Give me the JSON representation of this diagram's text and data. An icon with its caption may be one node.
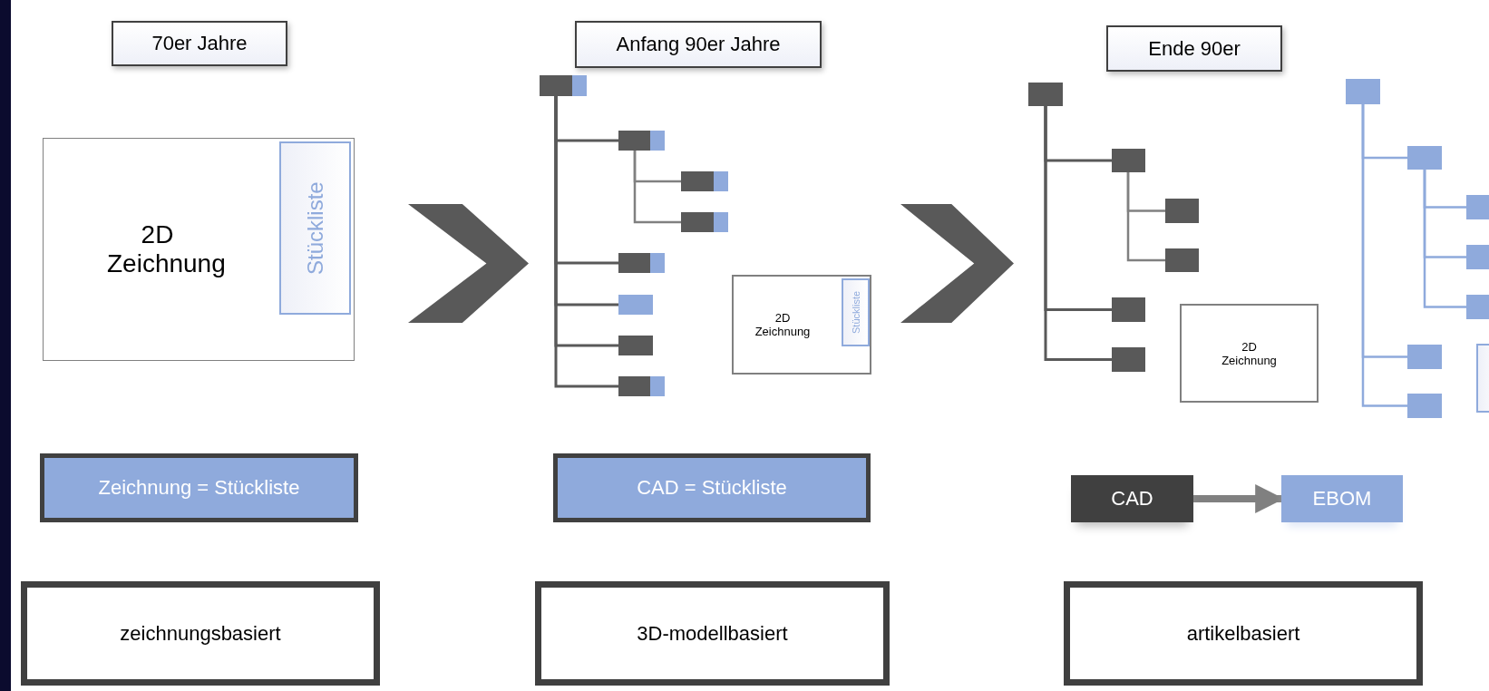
{
  "diagram": {
    "nodes": [
      {
        "text": [
          "70er Jahre"
        ]
      },
      {
        "text": [
          "Anfang 90er Jahre"
        ]
      },
      {
        "text": [
          "Ende 90er"
        ]
      },
      {
        "text": [
          "2D Zeichnung"
        ]
      },
      {
        "text": [
          "Stückliste"
        ],
        "in": 3
      },
      {
        "text": [],
        "shape": "box"
      },
      {
        "text": [],
        "shape": "box"
      },
      {
        "text": [],
        "shape": "box"
      },
      {
        "text": [],
        "shape": "box"
      },
      {
        "text": [],
        "shape": "box"
      },
      {
        "text": [],
        "shape": "box"
      },
      {
        "text": [],
        "shape": "box"
      },
      {
        "text": [],
        "shape": "box"
      },
      {
        "text": [
          "2D Zeichnung"
        ]
      },
      {
        "text": [
          "Stückliste"
        ],
        "in": 13
      },
      {
        "text": [],
        "shape": "box"
      },
      {
        "text": [],
        "shape": "box"
      },
      {
        "text": [],
        "shape": "box"
      },
      {
        "text": [],
        "shape": "box"
      },
      {
        "text": [],
        "shape": "box"
      },
      {
        "text": [],
        "shape": "box"
      },
      {
        "text": [
          "2D Zeichnung"
        ]
      },
      {
        "text": [],
        "shape": "box"
      },
      {
        "text": [],
        "shape": "box"
      },
      {
        "text": [],
        "shape": "box"
      },
      {
        "text": [],
        "shape": "box"
      },
      {
        "text": [],
        "shape": "box"
      },
      {
        "text": [],
        "shape": "box"
      },
      {
        "text": [],
        "shape": "box"
      },
      {
        "text": [],
        "shape": "box"
      },
      {
        "text": [
          "Zeichnung = Stückliste"
        ]
      },
      {
        "text": [
          "CAD = Stückliste"
        ]
      },
      {
        "text": [
          "CAD"
        ]
      },
      {
        "text": [
          "EBOM"
        ]
      },
      {
        "text": [
          "zeichnungsbasiert"
        ]
      },
      {
        "text": [
          "3D-modellbasiert"
        ]
      },
      {
        "text": [
          "artikelbasiert"
        ]
      }
    ],
    "edges": [
      {
        "from": 5,
        "to": 6,
        "arrow": "none"
      },
      {
        "from": 6,
        "to": 7,
        "arrow": "none",
        "color": "#808080"
      },
      {
        "from": 6,
        "to": 8,
        "arrow": "none",
        "color": "#808080"
      },
      {
        "from": 5,
        "to": 9,
        "arrow": "none"
      },
      {
        "from": 5,
        "to": 10,
        "arrow": "none"
      },
      {
        "from": 5,
        "to": 11,
        "arrow": "none"
      },
      {
        "from": 5,
        "to": 12,
        "arrow": "none"
      },
      {
        "from": 15,
        "to": 16,
        "arrow": "none"
      },
      {
        "from": 16,
        "to": 17,
        "arrow": "none",
        "color": "#808080"
      },
      {
        "from": 16,
        "to": 18,
        "arrow": "none",
        "color": "#808080"
      },
      {
        "from": 15,
        "to": 19,
        "arrow": "none"
      },
      {
        "from": 15,
        "to": 20,
        "arrow": "none"
      },
      {
        "from": 22,
        "to": 23,
        "arrow": "none",
        "color": "#8faadc"
      },
      {
        "from": 23,
        "to": 24,
        "arrow": "none",
        "color": "#8faadc"
      },
      {
        "from": 23,
        "to": 25,
        "arrow": "none",
        "color": "#8faadc"
      },
      {
        "from": 23,
        "to": 26,
        "arrow": "none",
        "color": "#8faadc"
      },
      {
        "from": 22,
        "to": 27,
        "arrow": "none",
        "color": "#8faadc"
      },
      {
        "from": 22,
        "to": 28,
        "arrow": "none",
        "color": "#8faadc"
      },
      {
        "from": 32,
        "to": 33,
        "arrow": "to",
        "style": "thick",
        "color": "#808080"
      }
    ]
  }
}
